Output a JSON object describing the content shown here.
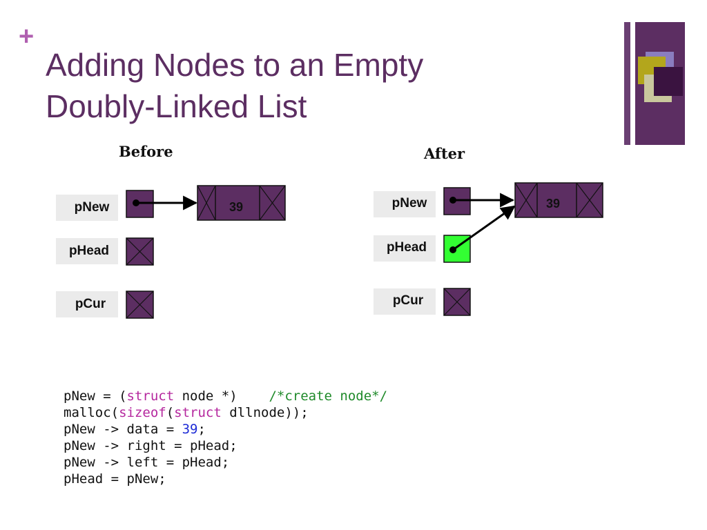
{
  "slide": {
    "bullet": "+",
    "title_line1": "Adding Nodes to an Empty",
    "title_line2": "Doubly-Linked List"
  },
  "before": {
    "heading": "Before",
    "labels": {
      "pnew": "pNew",
      "phead": "pHead",
      "pcur": "pCur"
    },
    "node_value": "39"
  },
  "after": {
    "heading": "After",
    "labels": {
      "pnew": "pNew",
      "phead": "pHead",
      "pcur": "pCur"
    },
    "node_value": "39"
  },
  "code": {
    "line1_a": "pNew = (",
    "line1_kw": "struct",
    "line1_b": " node *)    ",
    "line1_comment": "/*create node*/",
    "line2_a": "malloc(",
    "line2_kw1": "sizeof",
    "line2_b": "(",
    "line2_kw2": "struct",
    "line2_c": " dllnode));",
    "line3_a": "pNew -> data = ",
    "line3_num": "39",
    "line3_b": ";",
    "line4": "pNew -> right = pHead;",
    "line5": "pNew -> left = pHead;",
    "line6": "pHead = pNew;"
  },
  "colors": {
    "title": "#5c2e62",
    "node_fill": "#5c2e62",
    "highlight_fill": "#33ff33",
    "label_bg": "#ebebeb",
    "keyword": "#b5279e",
    "number": "#1d2bd6",
    "comment": "#1f8a2a"
  }
}
